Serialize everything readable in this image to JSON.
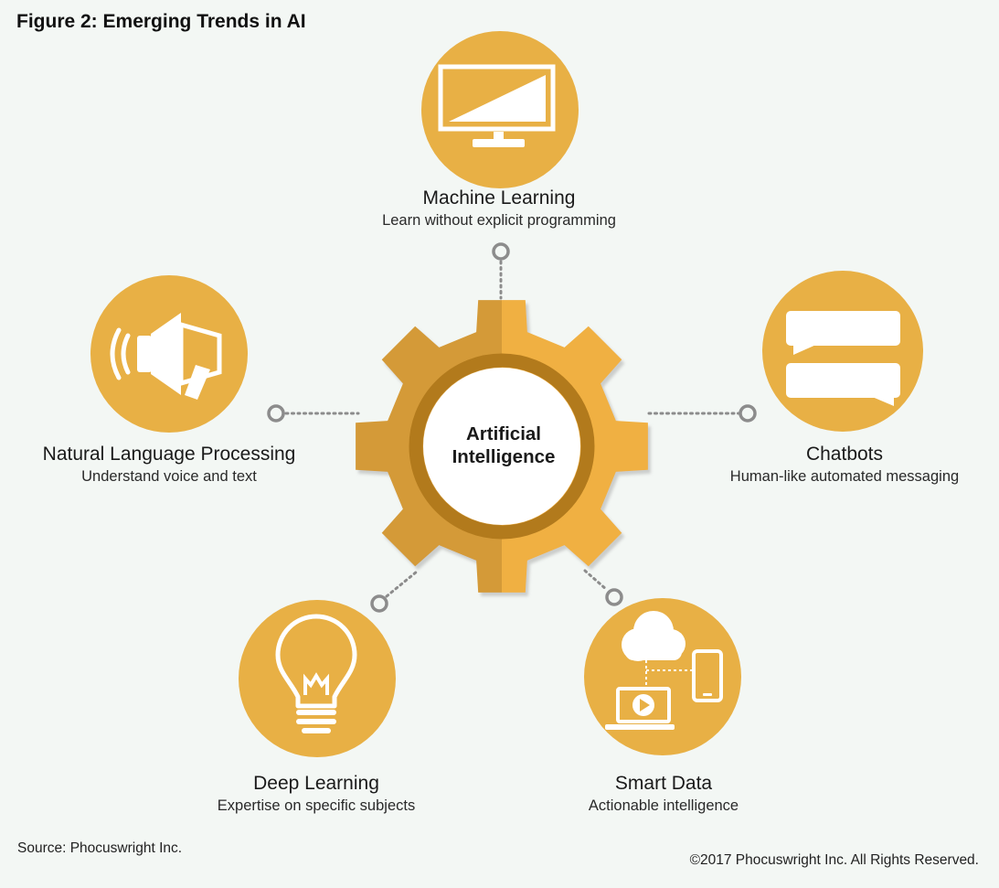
{
  "title": "Figure 2: Emerging Trends in AI",
  "center": {
    "line1": "Artificial",
    "line2": "Intelligence"
  },
  "nodes": [
    {
      "id": "machine-learning",
      "name": "Machine Learning",
      "desc": "Learn without explicit programming",
      "icon": "monitor-icon"
    },
    {
      "id": "natural-language-processing",
      "name": "Natural Language Processing",
      "desc": "Understand voice and text",
      "icon": "megaphone-icon"
    },
    {
      "id": "chatbots",
      "name": "Chatbots",
      "desc": "Human-like automated messaging",
      "icon": "chat-bubbles-icon"
    },
    {
      "id": "deep-learning",
      "name": "Deep Learning",
      "desc": "Expertise on specific subjects",
      "icon": "lightbulb-icon"
    },
    {
      "id": "smart-data",
      "name": "Smart Data",
      "desc": "Actionable intelligence",
      "icon": "cloud-devices-icon"
    }
  ],
  "source": "Source: Phocuswright Inc.",
  "copyright": "©2017 Phocuswright Inc. All Rights Reserved.",
  "colors": {
    "circle": "#e8b045",
    "gear_left": "#d49a38",
    "gear_right": "#f0b043",
    "gear_ring": "#b27a1e",
    "connector": "#8c8c8c",
    "background": "#f3f7f4"
  }
}
